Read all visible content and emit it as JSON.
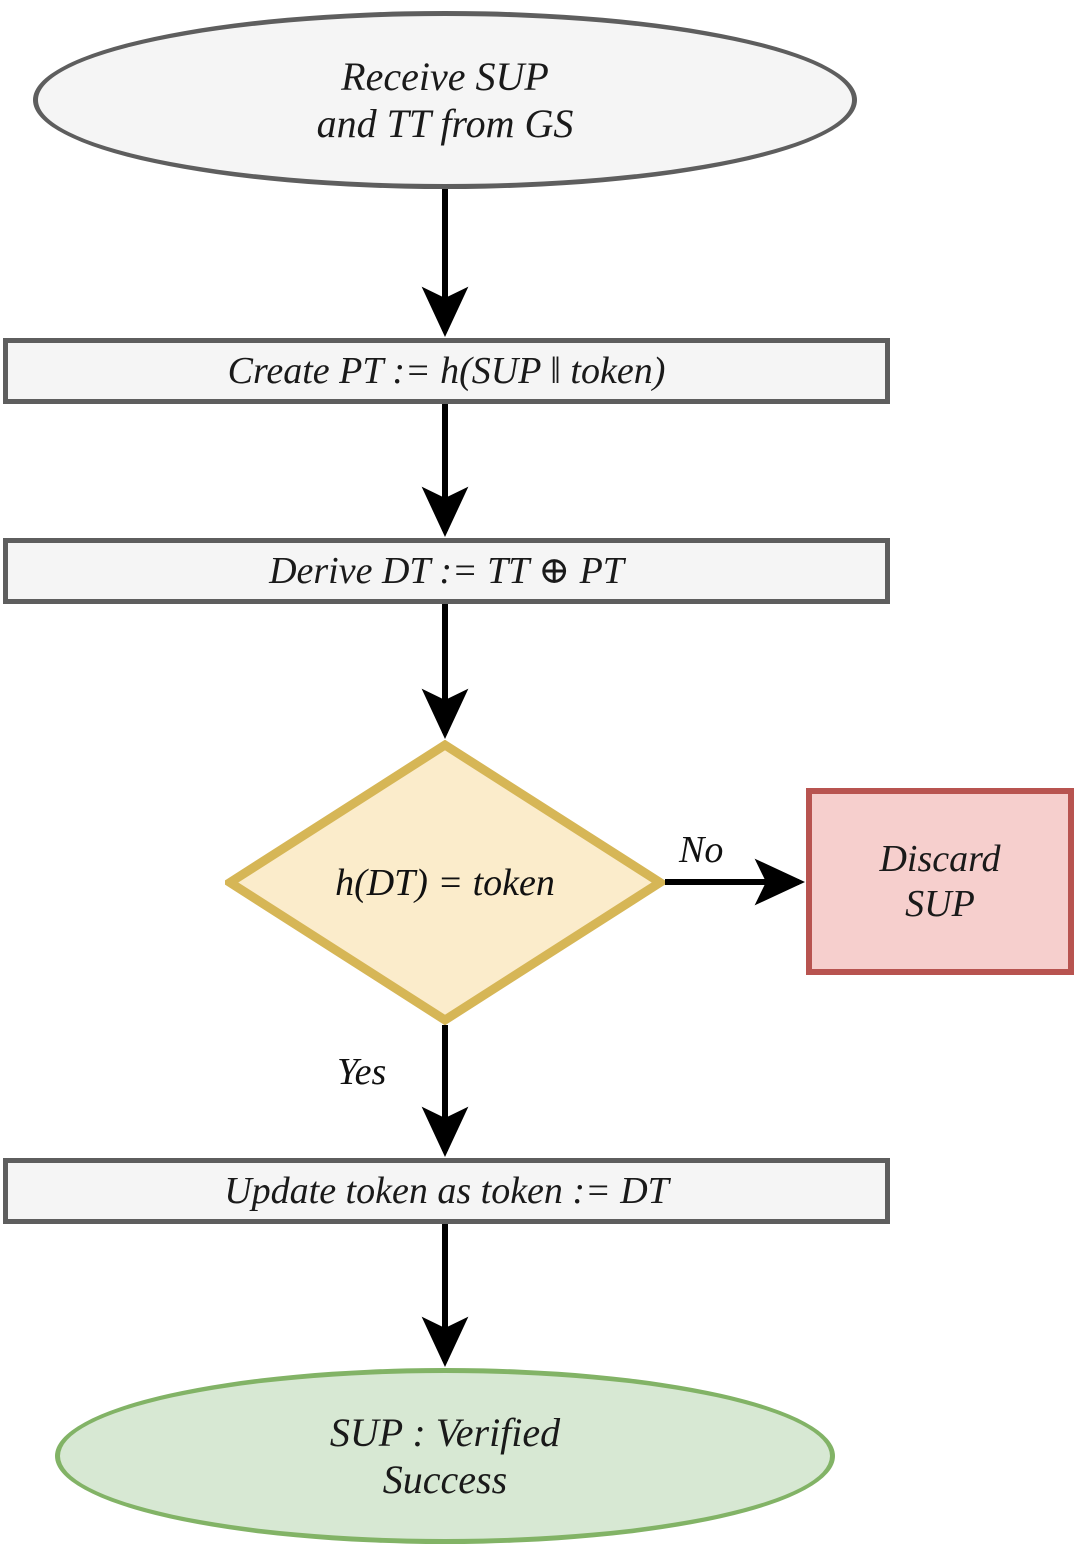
{
  "diagram": {
    "title": "SUP verification flowchart",
    "type": "flowchart",
    "colors": {
      "neutral_border": "#5e5e5e",
      "neutral_fill": "#f5f5f5",
      "decision_border": "#d6b656",
      "decision_fill": "#fbeccb",
      "error_border": "#b85450",
      "error_fill": "#f6cfcd",
      "success_border": "#82b366",
      "success_fill": "#d7e8d3",
      "arrow": "#000000"
    }
  },
  "nodes": {
    "start": {
      "label": "Receive SUP\nand TT from GS",
      "shape": "ellipse"
    },
    "create_pt": {
      "label": "Create PT := h(SUP ‖ token)",
      "shape": "rectangle"
    },
    "derive_dt": {
      "label": "Derive DT  :=  TT  ⊕  PT",
      "shape": "rectangle"
    },
    "decision": {
      "label": "h(DT)  =  token",
      "shape": "diamond"
    },
    "discard": {
      "label": "Discard\nSUP",
      "shape": "rectangle"
    },
    "update_token": {
      "label": "Update token as token  :=  DT",
      "shape": "rectangle"
    },
    "end": {
      "label": "SUP : Verified\nSuccess",
      "shape": "ellipse"
    }
  },
  "edges": {
    "no_label": "No",
    "yes_label": "Yes"
  }
}
